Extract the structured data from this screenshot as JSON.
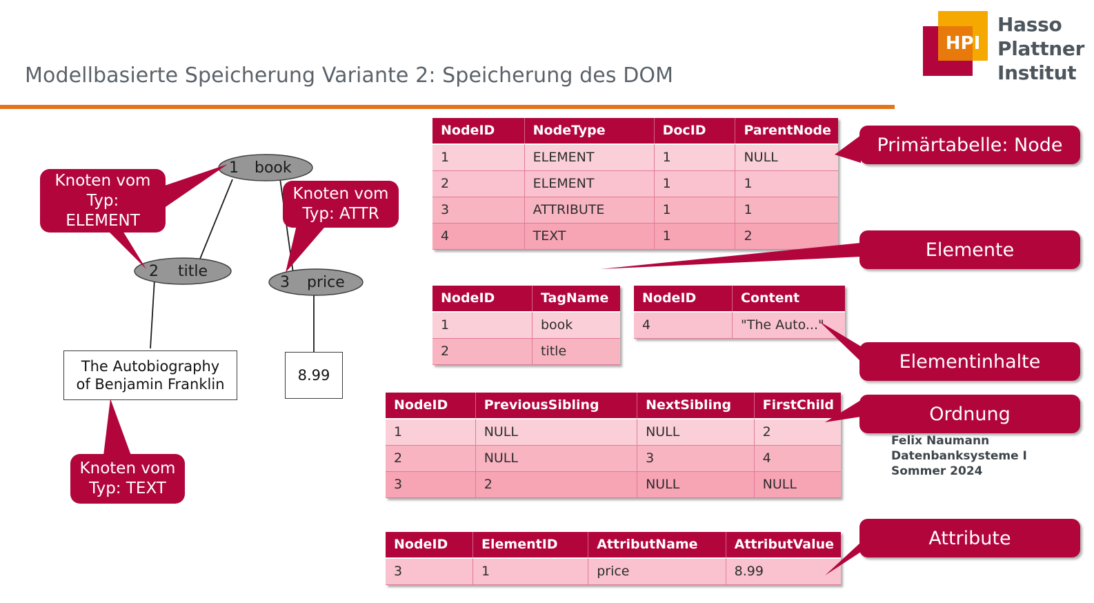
{
  "slide": {
    "title": "Modellbasierte Speicherung Variante 2: Speicherung des DOM",
    "accent_orange": "#e2741a",
    "accent_crimson": "#b1053c"
  },
  "logo": {
    "mark": "HPI",
    "wordmark_line1": "Hasso",
    "wordmark_line2": "Plattner",
    "wordmark_line3": "Institut",
    "color_red": "#b1053c",
    "color_yellow": "#f5a800",
    "color_orange": "#e8790b"
  },
  "tree": {
    "nodes": [
      {
        "id": "1",
        "name": "book"
      },
      {
        "id": "2",
        "name": "title"
      },
      {
        "id": "3",
        "name": "price"
      }
    ],
    "text_boxes": [
      {
        "line1": "The Autobiography",
        "line2": "of Benjamin Franklin"
      },
      {
        "line1": "8.99",
        "line2": ""
      }
    ],
    "callouts": [
      {
        "line1": "Knoten vom",
        "line2": "Typ:",
        "line3": "ELEMENT"
      },
      {
        "line1": "Knoten vom",
        "line2": "Typ: ATTR",
        "line3": ""
      },
      {
        "line1": "Knoten vom",
        "line2": "Typ: TEXT",
        "line3": ""
      }
    ]
  },
  "tables": {
    "node": {
      "headers": [
        "NodeID",
        "NodeType",
        "DocID",
        "ParentNode"
      ],
      "rows": [
        [
          "1",
          "ELEMENT",
          "1",
          "NULL"
        ],
        [
          "2",
          "ELEMENT",
          "1",
          "1"
        ],
        [
          "3",
          "ATTRIBUTE",
          "1",
          "1"
        ],
        [
          "4",
          "TEXT",
          "1",
          "2"
        ]
      ]
    },
    "element": {
      "headers": [
        "NodeID",
        "TagName"
      ],
      "rows": [
        [
          "1",
          "book"
        ],
        [
          "2",
          "title"
        ]
      ]
    },
    "content": {
      "headers": [
        "NodeID",
        "Content"
      ],
      "rows": [
        [
          "4",
          "\"The Auto...\""
        ]
      ]
    },
    "order": {
      "headers": [
        "NodeID",
        "PreviousSibling",
        "NextSibling",
        "FirstChild"
      ],
      "rows": [
        [
          "1",
          "NULL",
          "NULL",
          "2"
        ],
        [
          "2",
          "NULL",
          "3",
          "4"
        ],
        [
          "3",
          "2",
          "NULL",
          "NULL"
        ]
      ]
    },
    "attribute": {
      "headers": [
        "NodeID",
        "ElementID",
        "AttributName",
        "AttributValue"
      ],
      "rows": [
        [
          "3",
          "1",
          "price",
          "8.99"
        ]
      ]
    }
  },
  "side_callouts": [
    {
      "label": "Primärtabelle: Node"
    },
    {
      "label": "Elemente"
    },
    {
      "label": "Elementinhalte"
    },
    {
      "label": "Ordnung"
    },
    {
      "label": "Attribute"
    }
  ],
  "footer": {
    "line1": "Felix Naumann",
    "line2": "Datenbanksysteme I",
    "line3": "Sommer 2024"
  }
}
